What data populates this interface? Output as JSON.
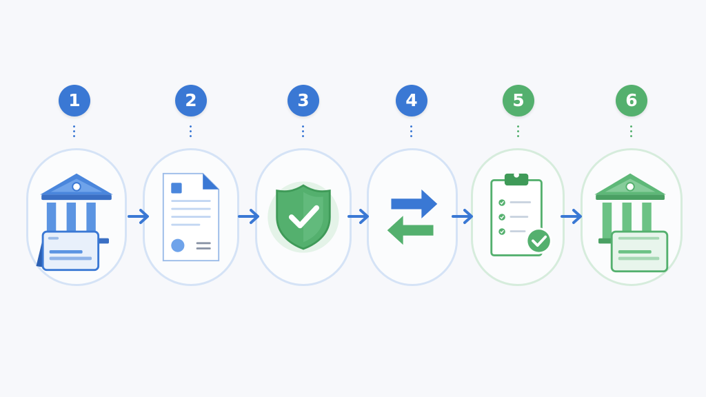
{
  "colors": {
    "blue": "#3a78d4",
    "blue_light": "#d5e3f6",
    "green": "#54b06e",
    "green_light": "#d6ecdc",
    "arrow": "#3a78d4"
  },
  "steps": [
    {
      "number": "1",
      "icon": "bank-card-icon",
      "color": "blue"
    },
    {
      "number": "2",
      "icon": "document-icon",
      "color": "blue"
    },
    {
      "number": "3",
      "icon": "shield-check-icon",
      "color": "blue"
    },
    {
      "number": "4",
      "icon": "transfer-arrows-icon",
      "color": "blue"
    },
    {
      "number": "5",
      "icon": "checklist-clipboard-icon",
      "color": "green"
    },
    {
      "number": "6",
      "icon": "bank-card-icon",
      "color": "green"
    }
  ]
}
